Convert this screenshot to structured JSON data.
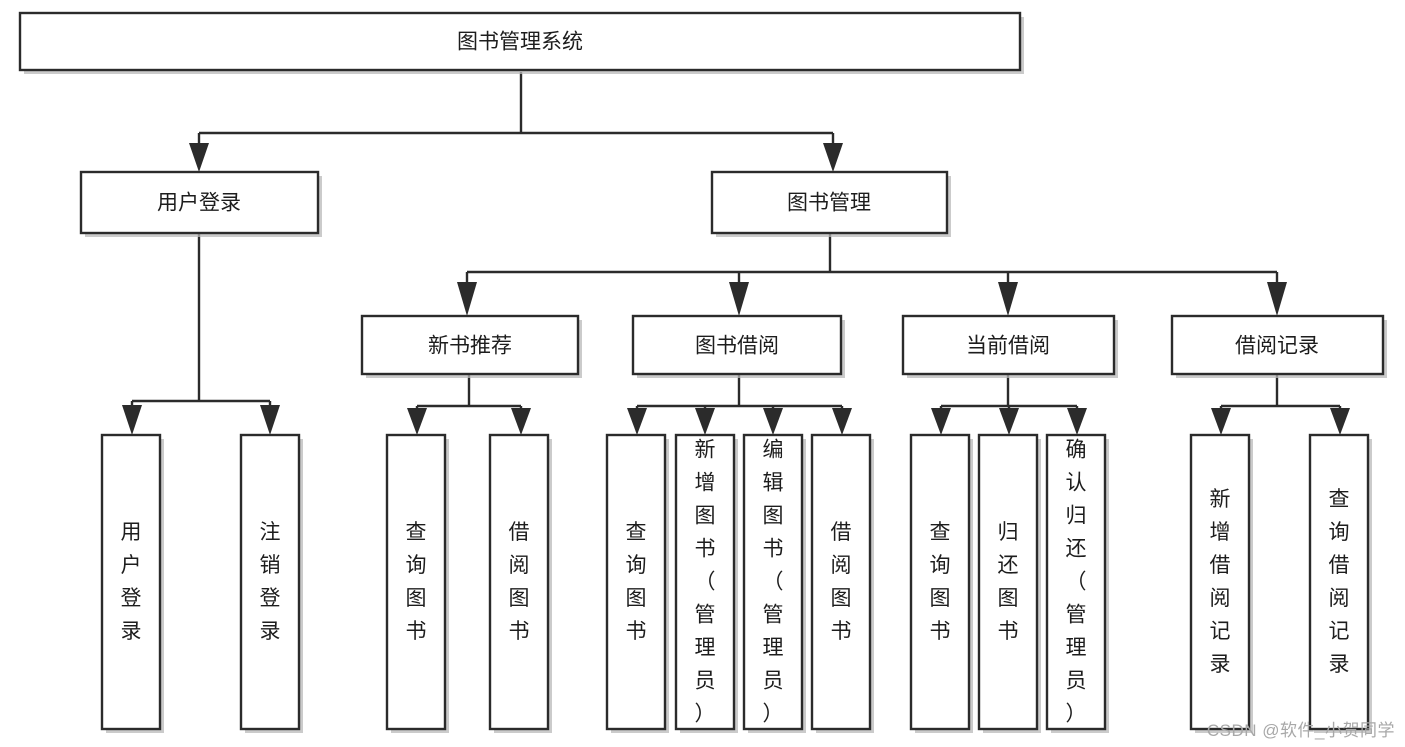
{
  "diagram": {
    "type": "tree-hierarchy",
    "title": "图书管理系统",
    "watermark": "CSDN @软件_小贺同学",
    "colors": {
      "box_stroke": "#2b2b2b",
      "box_fill": "#ffffff",
      "connector": "#2b2b2b",
      "text": "#1d1d1d",
      "watermark": "#a8a8a8",
      "shadow": "#b9b9b9"
    },
    "levels": [
      {
        "level": 1,
        "nodes": [
          {
            "id": "root",
            "label": "图书管理系统",
            "orientation": "horizontal"
          }
        ]
      },
      {
        "level": 2,
        "nodes": [
          {
            "id": "login",
            "label": "用户登录",
            "orientation": "horizontal",
            "parent": "root"
          },
          {
            "id": "bookmgmt",
            "label": "图书管理",
            "orientation": "horizontal",
            "parent": "root"
          }
        ]
      },
      {
        "level": 3,
        "nodes": [
          {
            "id": "newbook",
            "label": "新书推荐",
            "orientation": "horizontal",
            "parent": "bookmgmt"
          },
          {
            "id": "borrow",
            "label": "图书借阅",
            "orientation": "horizontal",
            "parent": "bookmgmt"
          },
          {
            "id": "current",
            "label": "当前借阅",
            "orientation": "horizontal",
            "parent": "bookmgmt"
          },
          {
            "id": "records",
            "label": "借阅记录",
            "orientation": "horizontal",
            "parent": "bookmgmt"
          }
        ]
      },
      {
        "level": 4,
        "nodes": [
          {
            "id": "l1",
            "label": "用户登录",
            "orientation": "vertical",
            "parent": "login"
          },
          {
            "id": "l2",
            "label": "注销登录",
            "orientation": "vertical",
            "parent": "login"
          },
          {
            "id": "n1",
            "label": "查询图书",
            "orientation": "vertical",
            "parent": "newbook"
          },
          {
            "id": "n2",
            "label": "借阅图书",
            "orientation": "vertical",
            "parent": "newbook"
          },
          {
            "id": "b1",
            "label": "查询图书",
            "orientation": "vertical",
            "parent": "borrow"
          },
          {
            "id": "b2",
            "label": "新增图书（管理员）",
            "orientation": "vertical",
            "parent": "borrow"
          },
          {
            "id": "b3",
            "label": "编辑图书（管理员）",
            "orientation": "vertical",
            "parent": "borrow"
          },
          {
            "id": "b4",
            "label": "借阅图书",
            "orientation": "vertical",
            "parent": "borrow"
          },
          {
            "id": "c1",
            "label": "查询图书",
            "orientation": "vertical",
            "parent": "current"
          },
          {
            "id": "c2",
            "label": "归还图书",
            "orientation": "vertical",
            "parent": "current"
          },
          {
            "id": "c3",
            "label": "确认归还（管理员）",
            "orientation": "vertical",
            "parent": "current"
          },
          {
            "id": "r1",
            "label": "新增借阅记录",
            "orientation": "vertical",
            "parent": "records"
          },
          {
            "id": "r2",
            "label": "查询借阅记录",
            "orientation": "vertical",
            "parent": "records"
          }
        ]
      }
    ]
  }
}
